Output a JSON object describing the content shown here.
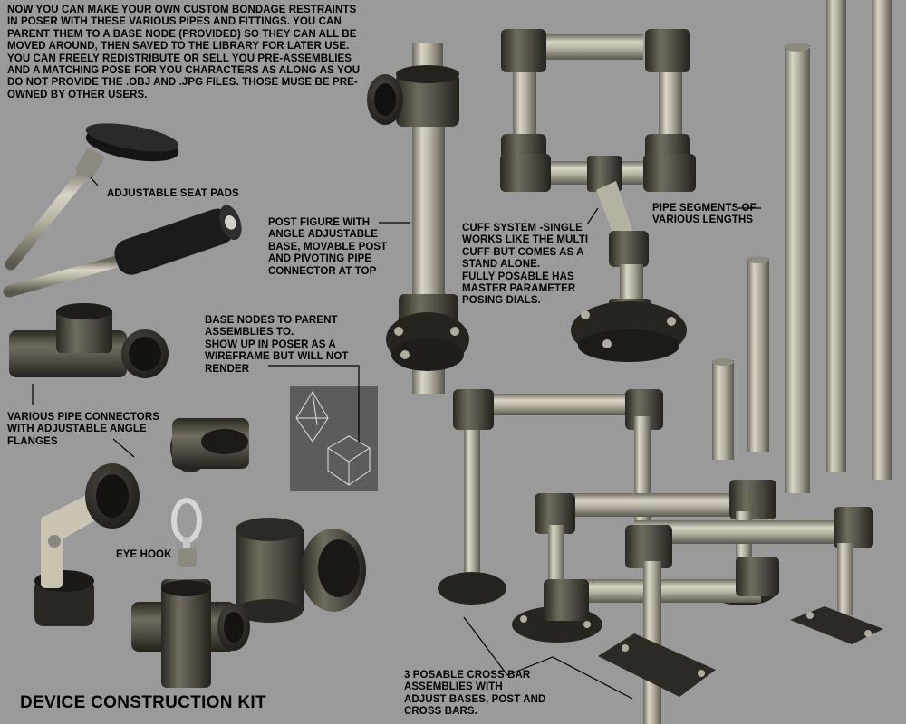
{
  "intro": "NOW YOU CAN MAKE YOUR OWN CUSTOM BONDAGE RESTRAINTS IN POSER WITH THESE VARIOUS PIPES AND FITTINGS.  YOU CAN PARENT THEM TO A BASE NODE (PROVIDED) SO THEY CAN ALL BE MOVED AROUND, THEN SAVED TO THE LIBRARY FOR LATER USE.\nYOU CAN FREELY REDISTRIBUTE OR SELL YOU PRE-ASSEMBLIES AND A MATCHING POSE FOR YOU CHARACTERS AS ALONG AS YOU DO NOT PROVIDE THE .OBJ AND .JPG FILES.  THOSE MUSE BE PRE-OWNED BY OTHER USERS.",
  "labels": {
    "seat_pads": "ADJUSTABLE SEAT PADS",
    "post_figure": "POST FIGURE WITH ANGLE ADJUSTABLE BASE, MOVABLE POST AND PIVOTING PIPE CONNECTOR AT TOP",
    "cuff_system": "CUFF SYSTEM -SINGLE WORKS LIKE THE MULTI CUFF BUT COMES AS A STAND ALONE.\nFULLY POSABLE HAS MASTER PARAMETER POSING DIALS.",
    "pipe_segments": "PIPE SEGMENTS OF VARIOUS LENGTHS",
    "base_nodes": "BASE NODES TO PARENT ASSEMBLIES TO.\nSHOW UP IN POSER  AS A WIREFRAME BUT WILL NOT RENDER",
    "pipe_connectors": "VARIOUS PIPE CONNECTORS WITH ADJUSTABLE ANGLE FLANGES",
    "eye_hook": "EYE HOOK",
    "cross_bar": "3 POSABLE CROSS BAR ASSEMBLIES WITH ADJUST BASES, POST AND CROSS BARS."
  },
  "title": "DEVICE CONSTRUCTION KIT",
  "colors": {
    "background": "#9a9a9a",
    "pipe_light": "#d8d4c4",
    "pipe_mid": "#a8a493",
    "pipe_dark": "#5e5b50",
    "fitting_light": "#6a6758",
    "fitting_dark": "#2c2a24",
    "pad": "#1e1e1e",
    "wireframe_panel": "#5c5c5c"
  }
}
